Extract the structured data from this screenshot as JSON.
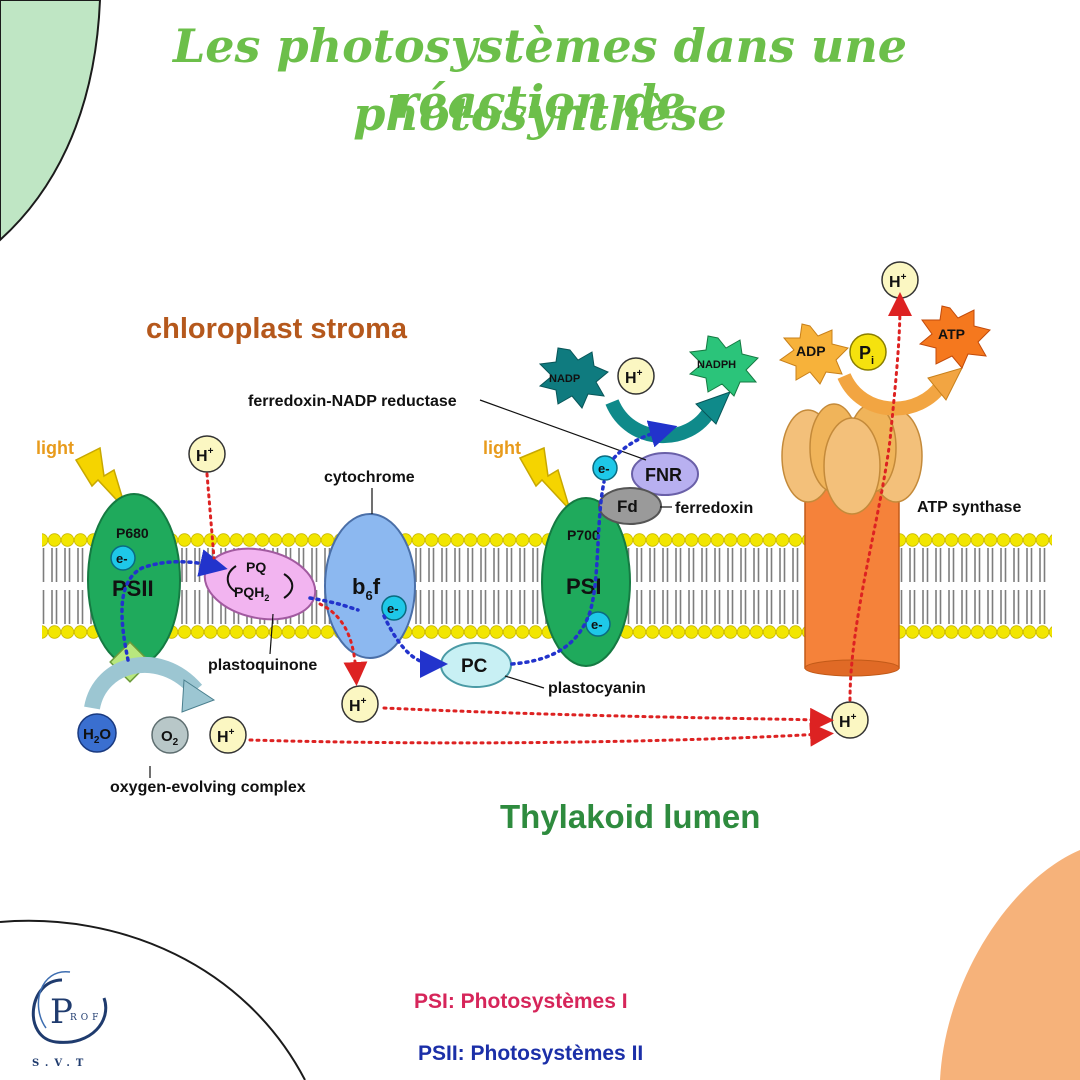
{
  "title": {
    "line1": "Les photosystèmes dans une réaction de",
    "line2": "photosynthèse"
  },
  "diagram": {
    "stroma_label": "chloroplast stroma",
    "lumen_label": "Thylakoid lumen",
    "light_left": "light",
    "light_right": "light",
    "psii": {
      "code": "P680",
      "label": "PSII",
      "electron": "e-"
    },
    "psi": {
      "code": "P700",
      "label": "PSI",
      "electron": "e-"
    },
    "pq": {
      "top": "PQ",
      "bottom": "PQH",
      "sub": "2",
      "callout": "plastoquinone"
    },
    "cytochrome": {
      "callout": "cytochrome",
      "label_main": "b",
      "label_sub": "6",
      "label_end": "f",
      "electron": "e-"
    },
    "pc": {
      "label": "PC",
      "callout": "plastocyanin"
    },
    "fnr": {
      "label": "FNR",
      "electron": "e-",
      "callout": "ferredoxin-NADP reductase"
    },
    "fd": {
      "label": "Fd",
      "callout": "ferredoxin"
    },
    "nadp": "NADP",
    "nadph": "NADPH",
    "atp_synthase": {
      "callout": "ATP synthase",
      "adp": "ADP",
      "pi": "P",
      "pi_sub": "i",
      "atp": "ATP"
    },
    "oec": {
      "h2o": "H",
      "h2o_sub": "2",
      "h2o_end": "O",
      "o2": "O",
      "o2_sub": "2",
      "callout": "oxygen-evolving complex"
    },
    "proton": "H",
    "proton_sup": "+"
  },
  "legend": {
    "psi": "PSI: Photosystèmes I",
    "psii": "PSII: Photosystèmes II"
  },
  "logo": {
    "letter": "P",
    "small": "ROF",
    "bottom": "S.V.T"
  },
  "colors": {
    "title": "#6cbf4a",
    "stroma": "#b5581c",
    "lumen": "#2e8b3e",
    "photosystem": "#1faa5c",
    "legend_psi": "#d6255a",
    "legend_psii": "#1b2fa8",
    "lipid_head": "#f2e600",
    "proton_fill": "#fbf7c2",
    "electron": "#2233cc",
    "proton_path": "#dd2222"
  }
}
